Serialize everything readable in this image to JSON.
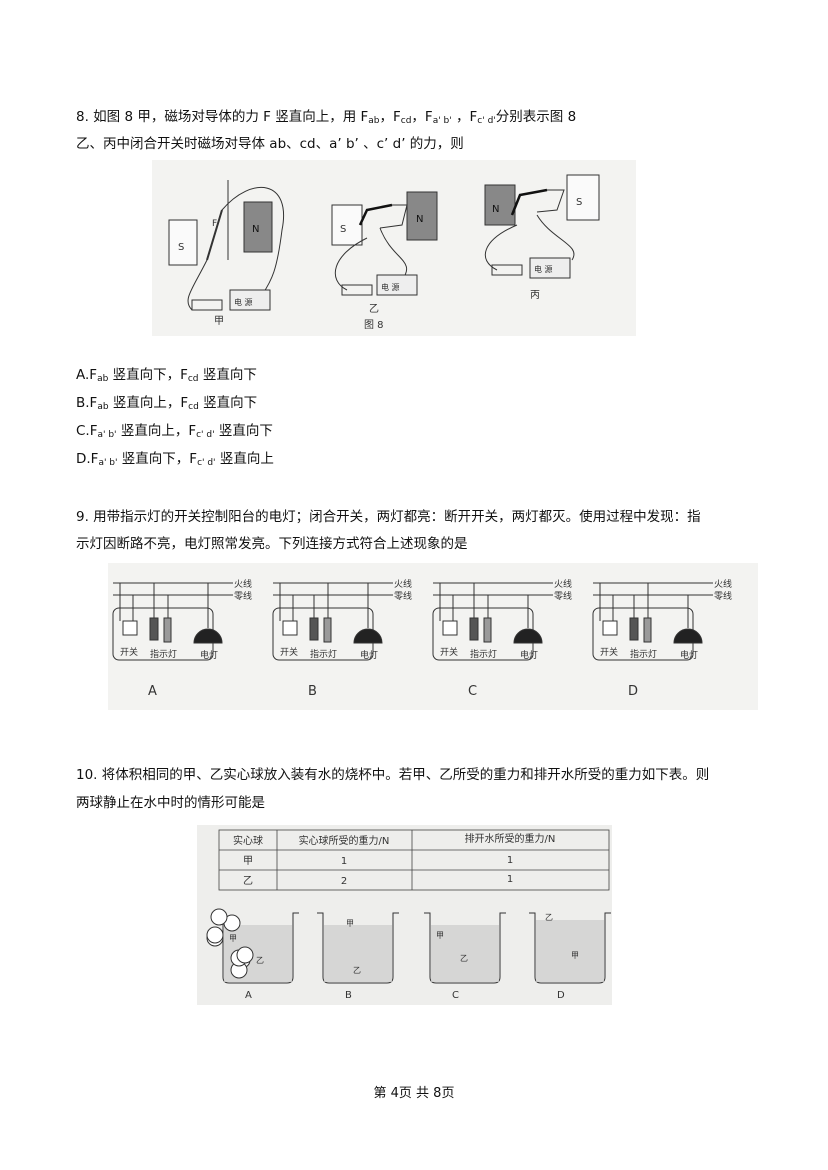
{
  "q8": {
    "line1": {
      "a": "8. 如图 8 甲，磁场对导体的力 F 竖直向上，用 F",
      "s1": "ab",
      "b": "，F",
      "s2": "cd",
      "c": "，F",
      "s3": "a' b'",
      "d": " ，F",
      "s4": "c' d'",
      "e": "分别表示图 8"
    },
    "line2": "乙、丙中闭合开关时磁场对导体 ab、cd、a’ b’ 、c’ d’ 的力，则",
    "figure": {
      "caption": "图 8",
      "labels": [
        "甲",
        "乙",
        "丙"
      ],
      "magnet_s": "S",
      "magnet_n": "N",
      "force": "F",
      "power": "电 源"
    },
    "options": [
      {
        "p": "A.F",
        "s1": "ab",
        "t1": " 竖直向下，F",
        "s2": "cd",
        "t2": " 竖直向下"
      },
      {
        "p": "B.F",
        "s1": "ab",
        "t1": " 竖直向上，F",
        "s2": "cd",
        "t2": " 竖直向下"
      },
      {
        "p": "C.F",
        "s1": "a' b'",
        "t1": " 竖直向上，F",
        "s2": "c' d'",
        "t2": " 竖直向下"
      },
      {
        "p": "D.F",
        "s1": "a' b'",
        "t1": " 竖直向下，F",
        "s2": "c' d'",
        "t2": " 竖直向上"
      }
    ]
  },
  "q9": {
    "line1": "9. 用带指示灯的开关控制阳台的电灯；闭合开关，两灯都亮：断开开关，两灯都灭。使用过程中发现：指",
    "line2": "示灯因断路不亮，电灯照常发亮。下列连接方式符合上述现象的是",
    "figure": {
      "live": "火线",
      "neutral": "零线",
      "switch": "开关",
      "indicator": "指示灯",
      "lamp": "电灯",
      "labels": [
        "A",
        "B",
        "C",
        "D"
      ]
    }
  },
  "q10": {
    "line1": "10. 将体积相同的甲、乙实心球放入装有水的烧杯中。若甲、乙所受的重力和排开水所受的重力如下表。则",
    "line2": "两球静止在水中时的情形可能是",
    "table": {
      "headers": [
        "实心球",
        "实心球所受的重力/N",
        "排开水所受的重力/N"
      ],
      "rows": [
        [
          "甲",
          "1",
          "1"
        ],
        [
          "乙",
          "2",
          "1"
        ]
      ]
    },
    "figure": {
      "ball_a": "甲",
      "ball_b": "乙",
      "labels": [
        "A",
        "B",
        "C",
        "D"
      ]
    }
  },
  "footer": "第 4页 共 8页"
}
